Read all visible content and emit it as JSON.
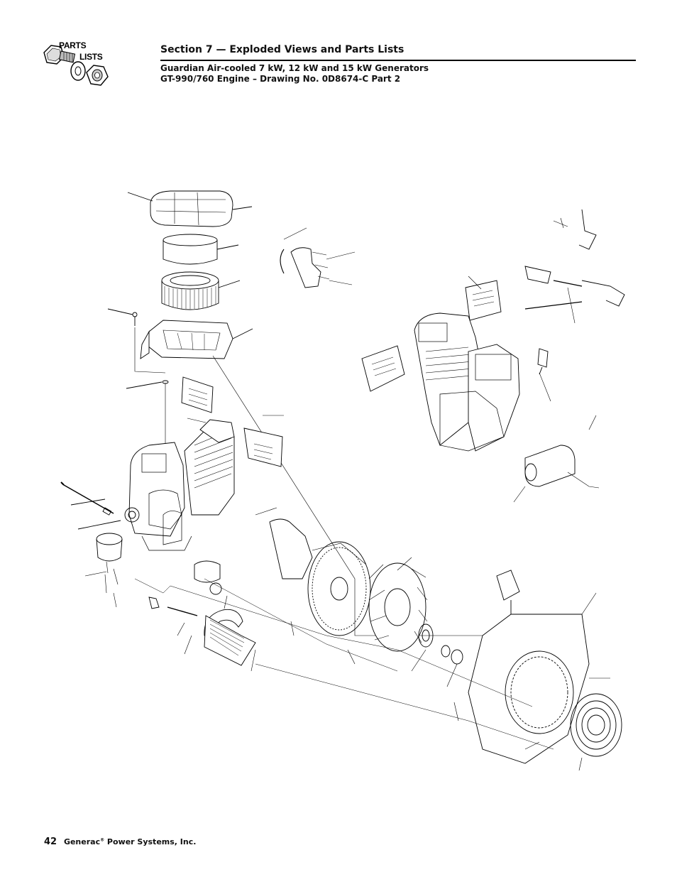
{
  "logo": {
    "line1": "PARTS",
    "line2": "LISTS"
  },
  "header": {
    "section": "Section 7 — Exploded Views and Parts Lists",
    "subtitle1": "Guardian Air-cooled 7 kW, 12 kW and 15 kW Generators",
    "subtitle2": "GT-990/760 Engine – Drawing No. 0D8674-C Part 2"
  },
  "footer": {
    "page_number": "42",
    "company": "Generac",
    "trademark": "®",
    "company_rest": " Power Systems, Inc."
  }
}
